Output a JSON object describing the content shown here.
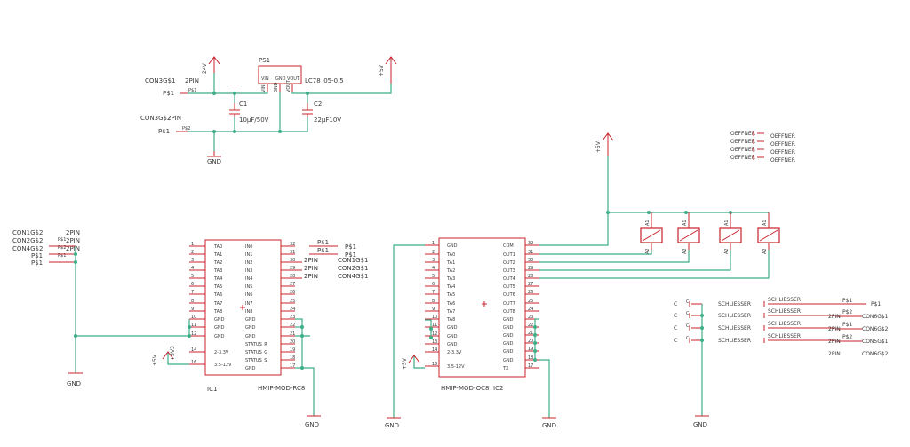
{
  "regulator": {
    "ps_label": "PS1",
    "part": "LC78_05-0.5",
    "pin_vin": "VIN",
    "pin_gnd": "GND",
    "pin_vout": "VOUT",
    "rail_in": "+24V",
    "rail_out": "+5V"
  },
  "capacitors": {
    "c1_name": "C1",
    "c1_value": "10µF/50V",
    "c2_name": "C2",
    "c2_value": "22µF10V"
  },
  "power_connectors": {
    "con1": "CON3G$1",
    "con2": "CON3G$2",
    "kind": "2PIN",
    "pin": "P$1",
    "pin2": "P$2"
  },
  "gnd_labels": {
    "gnd": "GND"
  },
  "left_connectors": {
    "con1": "CON1G$2",
    "con2": "CON2G$2",
    "con3": "CON4G$2",
    "kind": "2PIN",
    "pin1": "P$1",
    "pin2": "P$2"
  },
  "ic_left": {
    "name": "IC1",
    "part": "HMIP-MOD-RC8",
    "left_pins": [
      {
        "num": "1",
        "name": "TA0"
      },
      {
        "num": "2",
        "name": "TA1"
      },
      {
        "num": "3",
        "name": "TA2"
      },
      {
        "num": "4",
        "name": "TA3"
      },
      {
        "num": "5",
        "name": "TA4"
      },
      {
        "num": "6",
        "name": "TA5"
      },
      {
        "num": "7",
        "name": "TA6"
      },
      {
        "num": "8",
        "name": "TA7"
      },
      {
        "num": "9",
        "name": "TA8"
      },
      {
        "num": "10",
        "name": "GND"
      },
      {
        "num": "11",
        "name": "GND"
      },
      {
        "num": "12",
        "name": "GND"
      },
      {
        "num": "14",
        "name": "2-3.3V"
      },
      {
        "num": "16",
        "name": "3.5-12V"
      }
    ],
    "right_pins": [
      {
        "num": "32",
        "name": "IN0"
      },
      {
        "num": "31",
        "name": "IN1"
      },
      {
        "num": "30",
        "name": "IN2"
      },
      {
        "num": "29",
        "name": "IN3"
      },
      {
        "num": "28",
        "name": "IN4"
      },
      {
        "num": "27",
        "name": "IN5"
      },
      {
        "num": "26",
        "name": "IN6"
      },
      {
        "num": "25",
        "name": "IN7"
      },
      {
        "num": "24",
        "name": "IN8"
      },
      {
        "num": "23",
        "name": "GND"
      },
      {
        "num": "22",
        "name": "GND"
      },
      {
        "num": "21",
        "name": "GND"
      },
      {
        "num": "20",
        "name": "STATUS_R"
      },
      {
        "num": "19",
        "name": "STATUS_G"
      },
      {
        "num": "18",
        "name": "STATUS_S"
      },
      {
        "num": "17",
        "name": "GND"
      }
    ],
    "net_labels": [
      "P$1",
      "P$1",
      "2PIN",
      "2PIN",
      "2PIN",
      "CON1G$1",
      "CON2G$1",
      "CON4G$1",
      "P$1",
      "P$1"
    ],
    "rail_5v": "+5V",
    "rail_3v3": "+3V3"
  },
  "ic_right": {
    "name": "IC2",
    "part": "HMIP-MOD-OC8",
    "left_pins": [
      {
        "num": "1",
        "name": "GND"
      },
      {
        "num": "2",
        "name": "TA0"
      },
      {
        "num": "3",
        "name": "TA1"
      },
      {
        "num": "4",
        "name": "TA2"
      },
      {
        "num": "5",
        "name": "TA3"
      },
      {
        "num": "6",
        "name": "TA4"
      },
      {
        "num": "7",
        "name": "TA5"
      },
      {
        "num": "8",
        "name": "TA6"
      },
      {
        "num": "9",
        "name": "TA7"
      },
      {
        "num": "10",
        "name": "TA8"
      },
      {
        "num": "11",
        "name": "GND"
      },
      {
        "num": "12",
        "name": "GND"
      },
      {
        "num": "13",
        "name": "GND"
      },
      {
        "num": "14",
        "name": "2-3.3V"
      },
      {
        "num": "16",
        "name": "3.5-12V"
      }
    ],
    "right_pins": [
      {
        "num": "32",
        "name": "COM"
      },
      {
        "num": "31",
        "name": "OUT1"
      },
      {
        "num": "30",
        "name": "OUT2"
      },
      {
        "num": "29",
        "name": "OUT3"
      },
      {
        "num": "28",
        "name": "OUT4"
      },
      {
        "num": "27",
        "name": "OUT5"
      },
      {
        "num": "26",
        "name": "OUT6"
      },
      {
        "num": "25",
        "name": "OUT7"
      },
      {
        "num": "24",
        "name": "OUT8"
      },
      {
        "num": "23",
        "name": "GND"
      },
      {
        "num": "22",
        "name": "GND"
      },
      {
        "num": "21",
        "name": "GND"
      },
      {
        "num": "20",
        "name": "GND"
      },
      {
        "num": "19",
        "name": "GND"
      },
      {
        "num": "18",
        "name": "GND"
      },
      {
        "num": "17",
        "name": "TX"
      }
    ],
    "rail_5v": "+5V"
  },
  "relays": {
    "rail": "+5V",
    "pin_a1": "A1",
    "pin_a2": "A2",
    "oeffner": "OEFFNER"
  },
  "schliesser": {
    "label": "SCHLIESSER",
    "c": "C",
    "p1": "P$1",
    "p2": "P$2",
    "kind": "2PIN",
    "cons": [
      "CON6G$1",
      "CON6G$2",
      "CON5G$1",
      "CON6G$2"
    ]
  }
}
